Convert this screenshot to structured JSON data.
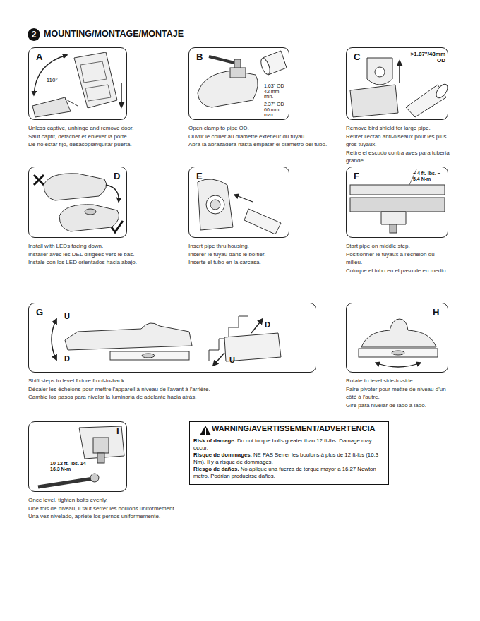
{
  "diagram": {
    "title": "MOUNTING/MONTAGE/MONTAJE",
    "nodes": [
      {
        "text": [
          "2"
        ]
      },
      {
        "text": [
          "A",
          "~110°",
          "Unless captive, unhinge and remove door.",
          "Sauf captif, détacher et enlever la porte.",
          "De no estar fijo, desacoplar/quitar puerta."
        ]
      },
      {
        "text": [
          "B",
          "1.63\" OD 42 mm min.",
          "2.37\" OD 60 mm max.",
          "Open clamp to pipe OD.",
          "Ouvrir le collier au diamètre extérieur du tuyau.",
          "Abra la abrazadera hasta empatar el diámetro del tubo."
        ]
      },
      {
        "text": [
          "C",
          ">1.87\"/48mm OD",
          "Remove bird shield for large pipe.",
          "Retirer l'écran anti-oiseaux pour les plus gros tuyaux.",
          "Retire el escudo contra aves para tubería grande."
        ]
      },
      {
        "text": [
          "D",
          "Install with LEDs facing down.",
          "Installer avec les DEL dirigées vers le bas.",
          "Instale con los LED orientados hacia abajo."
        ]
      },
      {
        "text": [
          "E",
          "Insert pipe thru housing.",
          "Insérer le tuyau dans le boîtier.",
          "Inserte el tubo en la carcasa."
        ]
      },
      {
        "text": [
          "F",
          "~ 4 ft.-lbs. ~ 5.4 N-m",
          "Start pipe on middle step.",
          "Positionner le tuyaux à l'échelon du milieu.",
          "Coloque el tubo en el paso de en medio."
        ]
      },
      {
        "text": [
          "G",
          "U",
          "D",
          "D",
          "U",
          "Shift steps to level fixture front-to-back.",
          "Décaler les échelons pour mettre l'appareil à niveau de l'avant à l'arrière.",
          "Cambie los pasos para nivelar la luminaria de adelante hacia atrás."
        ]
      },
      {
        "text": [
          "H",
          "Rotate to level side-to-side.",
          "Faire pivoter pour mettre de niveau d'un côté à l'autre.",
          "Gire para nivelar de lado a lado."
        ]
      },
      {
        "text": [
          "I",
          "10-12 ft.-lbs. 14-16.3 N-m",
          "Once level, tighten bolts evenly.",
          "Une fois de niveau, il faut serrer les boulons uniformément.",
          "Una vez nivelado, apriete los pernos uniformemente."
        ]
      },
      {
        "text": [
          "WARNING/AVERTISSEMENT/ADVERTENCIA",
          "Risk of damage.",
          "Do not torque bolts greater than 12 ft-lbs. Damage may occur.",
          "Risque de dommages.",
          "NE PAS Serrer les boulons à plus de 12 ft-lbs (16.3 Nm). Il y a risque de dommages.",
          "Riesgo de daños.",
          "No aplique una fuerza de torque mayor a 16.27 Newton metro. Podrían producirse daños."
        ]
      }
    ]
  }
}
